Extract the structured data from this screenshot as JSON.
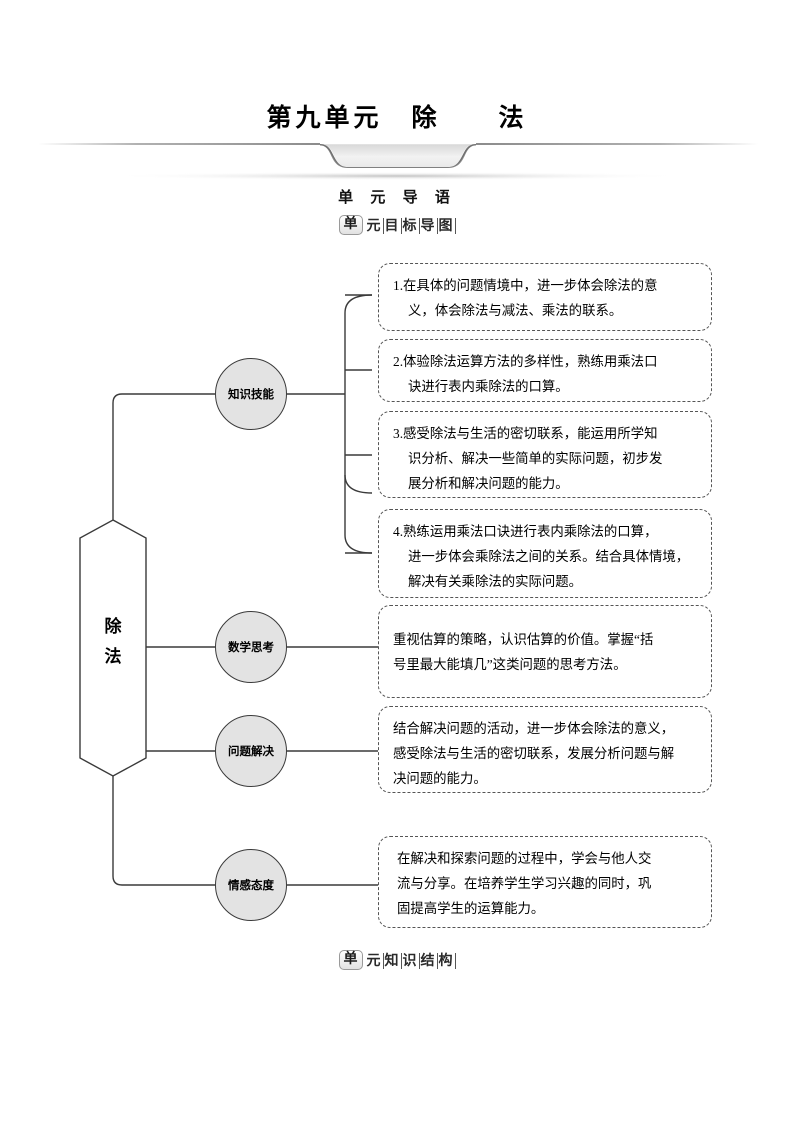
{
  "header": {
    "unit_title": "第九单元　除　　法",
    "guide_title": "单 元 导 语"
  },
  "tags": {
    "top": {
      "lead": "单",
      "rest": [
        "元",
        "目",
        "标",
        "导",
        "图"
      ]
    },
    "bottom": {
      "lead": "单",
      "rest": [
        "元",
        "知",
        "识",
        "结",
        "构"
      ]
    }
  },
  "root": {
    "label_line1": "除",
    "label_line2": "法"
  },
  "branches": [
    {
      "id": "knowledge-skill",
      "label": "知识技能"
    },
    {
      "id": "math-thinking",
      "label": "数学思考"
    },
    {
      "id": "problem-solving",
      "label": "问题解决"
    },
    {
      "id": "emotion-attitude",
      "label": "情感态度"
    }
  ],
  "boxes": [
    {
      "id": "goal-1",
      "lines": [
        "1.在具体的问题情境中，进一步体会除法的意",
        "义，体会除法与减法、乘法的联系。"
      ]
    },
    {
      "id": "goal-2",
      "lines": [
        "2.体验除法运算方法的多样性，熟练用乘法口",
        "诀进行表内乘除法的口算。"
      ]
    },
    {
      "id": "goal-3",
      "lines": [
        "3.感受除法与生活的密切联系，能运用所学知",
        "识分析、解决一些简单的实际问题，初步发",
        "展分析和解决问题的能力。"
      ]
    },
    {
      "id": "goal-4",
      "lines": [
        "4.熟练运用乘法口诀进行表内乘除法的口算，",
        "进一步体会乘除法之间的关系。结合具体情境，",
        "解决有关乘除法的实际问题。"
      ]
    },
    {
      "id": "goal-5",
      "lines": [
        "重视估算的策略，认识估算的价值。掌握“括",
        "号里最大能填几”这类问题的思考方法。"
      ]
    },
    {
      "id": "goal-6",
      "lines": [
        "结合解决问题的活动，进一步体会除法的意义，",
        "感受除法与生活的密切联系，发展分析问题与解",
        "决问题的能力。"
      ]
    },
    {
      "id": "goal-7",
      "lines": [
        "在解决和探索问题的过程中，学会与他人交",
        "流与分享。在培养学生学习兴趣的同时，巩",
        "固提高学生的运算能力。"
      ]
    }
  ],
  "colors": {
    "node_fill": "#e3e3e3",
    "stroke": "#3a3a3a",
    "box_border": "#555555",
    "text": "#000000"
  }
}
